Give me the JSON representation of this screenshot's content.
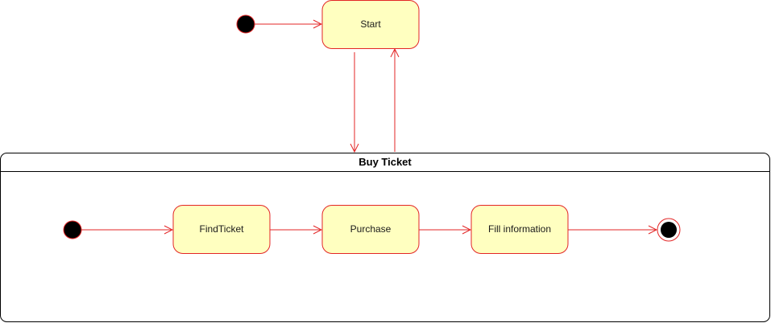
{
  "diagram": {
    "type": "uml-state-machine",
    "colors": {
      "state_fill": "#ffffc0",
      "state_stroke": "#e32626",
      "transition": "#e32626",
      "initial_fill": "#000000",
      "container_stroke": "#000000"
    },
    "states": {
      "start": "Start",
      "find_ticket": "FindTicket",
      "purchase": "Purchase",
      "fill_information": "Fill information"
    },
    "composite": {
      "title": "Buy Ticket"
    },
    "transitions": [
      {
        "from": "initial",
        "to": "Start"
      },
      {
        "from": "Start",
        "to": "Buy Ticket"
      },
      {
        "from": "Buy Ticket",
        "to": "Start"
      },
      {
        "from": "inner-initial",
        "to": "FindTicket"
      },
      {
        "from": "FindTicket",
        "to": "Purchase"
      },
      {
        "from": "Purchase",
        "to": "Fill information"
      },
      {
        "from": "Fill information",
        "to": "final"
      }
    ]
  }
}
